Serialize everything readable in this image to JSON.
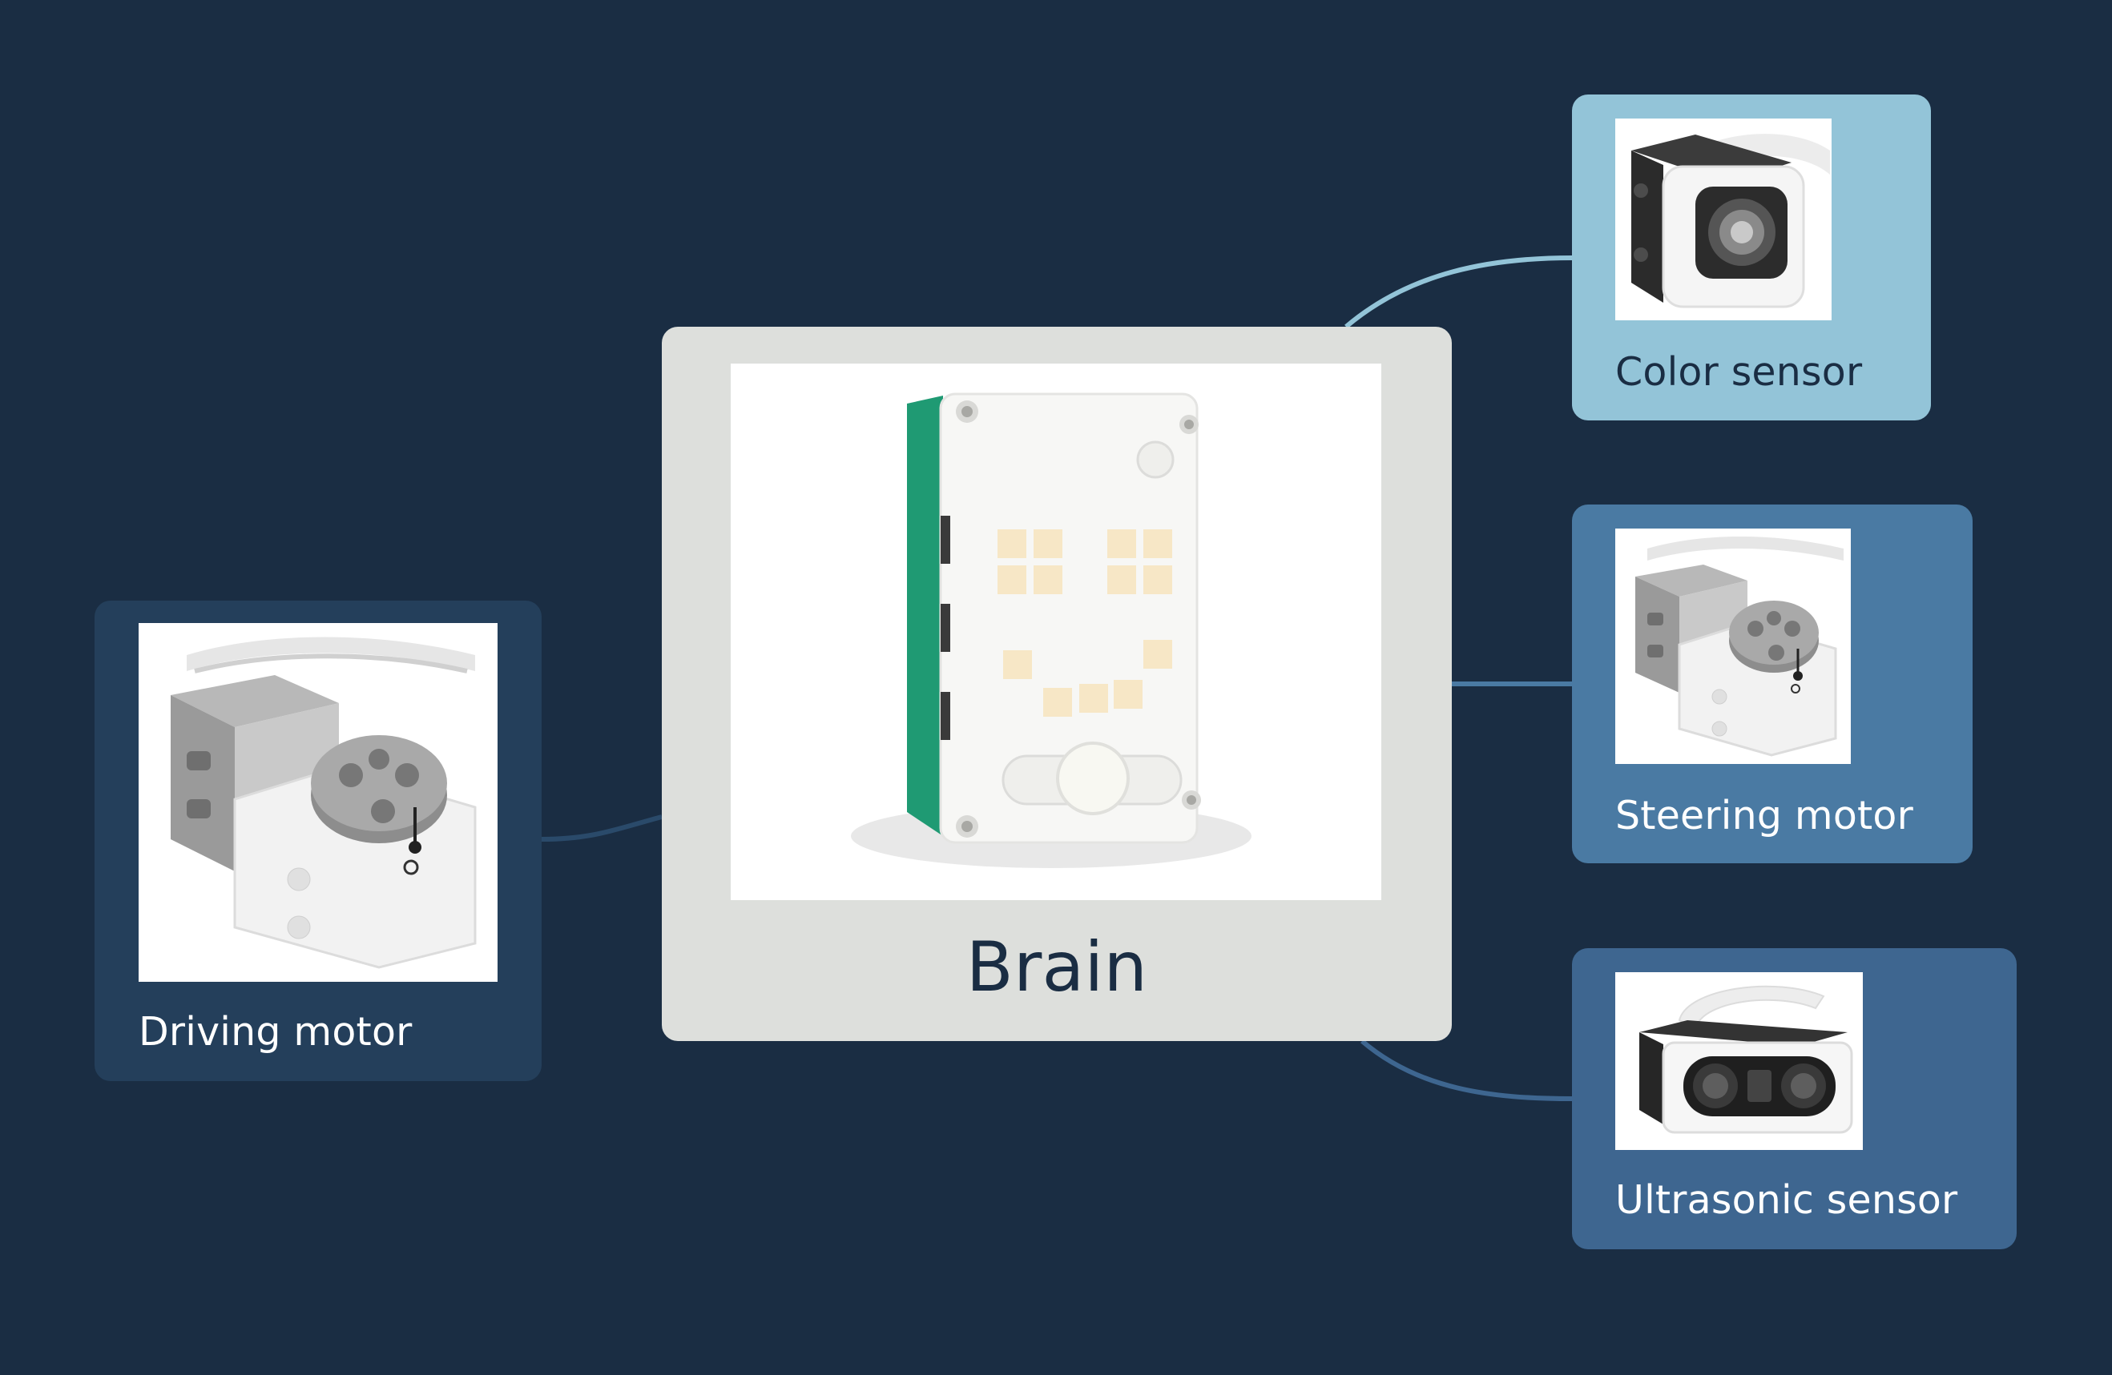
{
  "hub": {
    "label": "Brain",
    "image": "brain-hub"
  },
  "components": [
    {
      "id": "driving",
      "label": "Driving motor",
      "image": "angular-motor",
      "color": "#243f5b"
    },
    {
      "id": "color",
      "label": "Color sensor",
      "image": "color-sensor",
      "color": "#93c4d8"
    },
    {
      "id": "steering",
      "label": "Steering motor",
      "image": "angular-motor",
      "color": "#4a7aa3"
    },
    {
      "id": "ultrasonic",
      "label": "Ultrasonic sensor",
      "image": "ultrasonic-sensor",
      "color": "#3e6690"
    }
  ],
  "colors": {
    "background": "#1a2d43",
    "hub_card": "#dddfdc",
    "hub_text": "#1a2d43"
  }
}
